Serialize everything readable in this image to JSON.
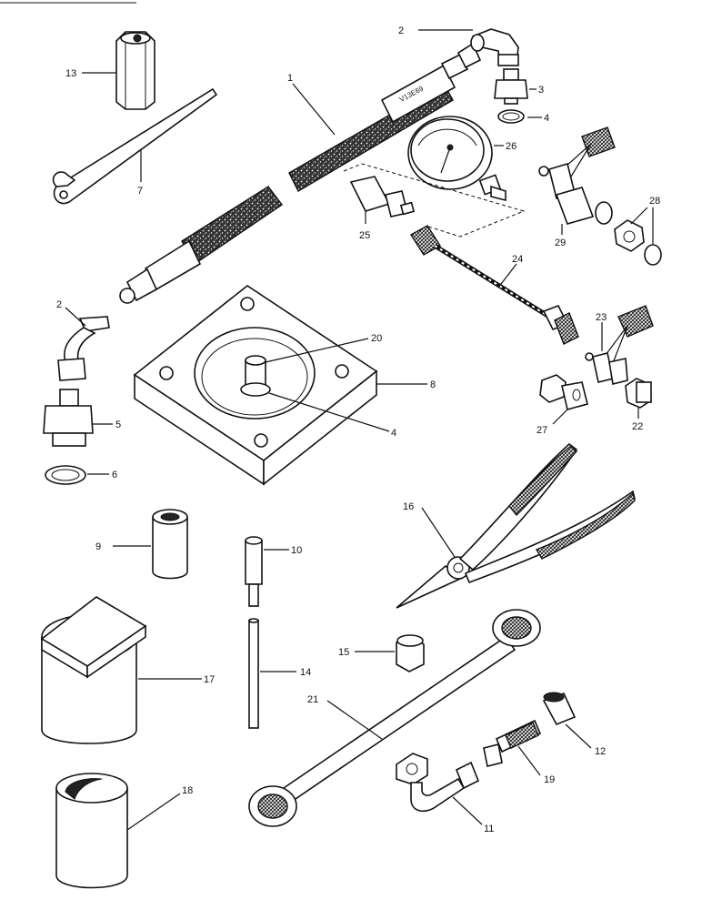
{
  "callouts": {
    "c1": "1",
    "c2a": "2",
    "c2b": "2",
    "c3": "3",
    "c4a": "4",
    "c4b": "4",
    "c5": "5",
    "c6": "6",
    "c7": "7",
    "c8": "8",
    "c9": "9",
    "c10": "10",
    "c11": "11",
    "c12": "12",
    "c13": "13",
    "c14": "14",
    "c15": "15",
    "c16": "16",
    "c17": "17",
    "c18": "18",
    "c19": "19",
    "c20": "20",
    "c21": "21",
    "c22": "22",
    "c23": "23",
    "c24": "24",
    "c25": "25",
    "c26": "26",
    "c27": "27",
    "c28": "28",
    "c29": "29"
  },
  "hose_marking": "V13E69"
}
